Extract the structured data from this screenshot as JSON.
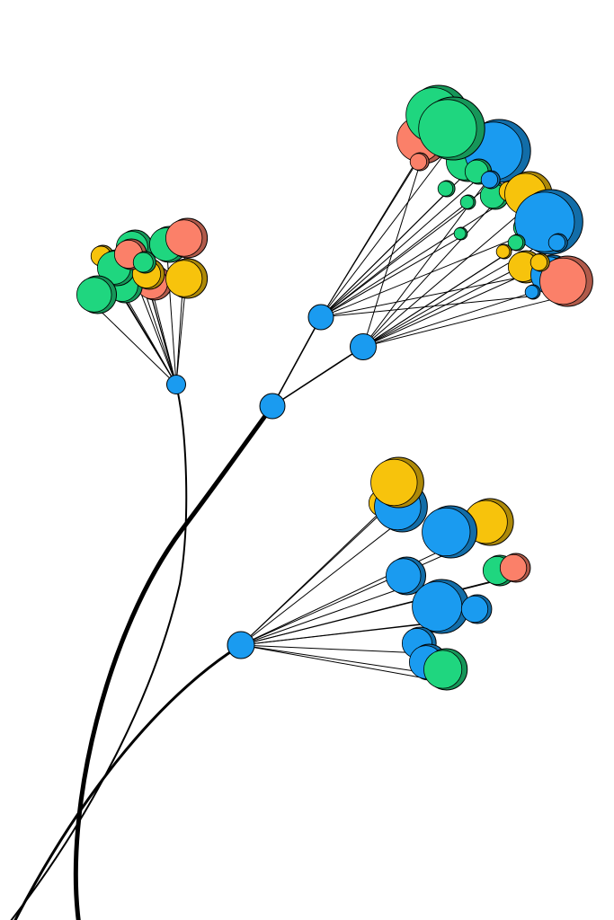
{
  "colors": {
    "background": "#ffffff",
    "stroke": "#000000",
    "node": "#1a9bf0",
    "blue": "#1a9bf0",
    "green": "#1fd67f",
    "yellow": "#f7c30c",
    "salmon": "#fb8069"
  },
  "clusters": [
    {
      "name": "cluster-top-left",
      "balloon_count": 12
    },
    {
      "name": "cluster-top-right",
      "balloon_count": 24
    },
    {
      "name": "cluster-bottom-right",
      "balloon_count": 12
    }
  ]
}
